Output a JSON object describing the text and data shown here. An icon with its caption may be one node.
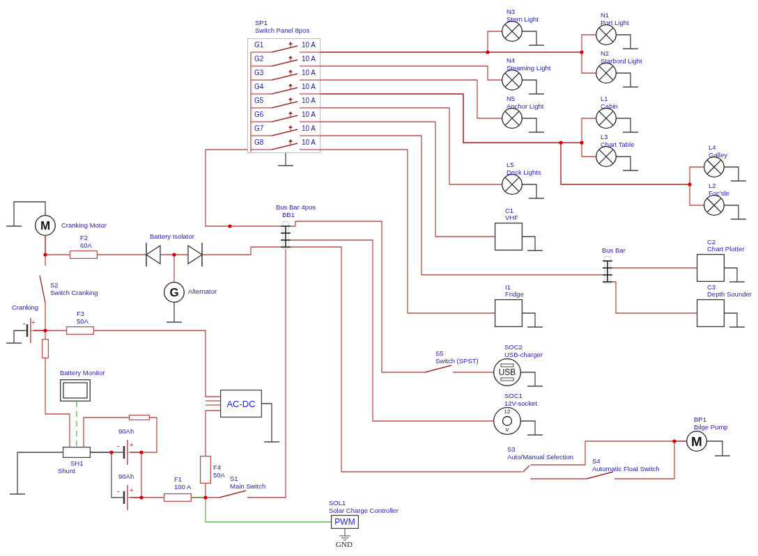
{
  "diagram": {
    "nodes": [
      {
        "text": [
          "SP1",
          "Switch Panel 8pos"
        ]
      },
      {
        "text": [
          "N3",
          "Stern Light"
        ]
      },
      {
        "text": [
          "N1",
          "Port Light"
        ]
      },
      {
        "text": [
          "N2",
          "Starbord Light"
        ]
      },
      {
        "text": [
          "N4",
          "Steaming Light"
        ]
      },
      {
        "text": [
          "N5",
          "Anchor Light"
        ]
      },
      {
        "text": [
          "L1",
          "Cabin"
        ]
      },
      {
        "text": [
          "L3",
          "Chart Table"
        ]
      },
      {
        "text": [
          "L4",
          "Galley"
        ]
      },
      {
        "text": [
          "L2",
          "Foc'sle"
        ]
      },
      {
        "text": [
          "L5",
          "Deck Lights"
        ]
      },
      {
        "text": [
          "C1",
          "VHF"
        ]
      },
      {
        "text": [
          "Bus Bar 4pos",
          "BB1"
        ]
      },
      {
        "text": [
          "Bus Bar"
        ]
      },
      {
        "text": [
          "C2",
          "Chart Plotter"
        ]
      },
      {
        "text": [
          "I1",
          "Fridge"
        ]
      },
      {
        "text": [
          "C3",
          "Depth Sounder"
        ]
      },
      {
        "text": [
          "M",
          "Cranking Motor"
        ]
      },
      {
        "text": [
          "F2",
          "60A"
        ]
      },
      {
        "text": [
          "Battery Isolator"
        ]
      },
      {
        "text": [
          "G",
          "Alternator"
        ]
      },
      {
        "text": [
          "S2",
          "Switch Cranking"
        ]
      },
      {
        "text": [
          "Cranking"
        ]
      },
      {
        "text": [
          "F3",
          "50A"
        ]
      },
      {
        "text": [],
        "shape": "box"
      },
      {
        "text": [
          "Battery Monitor"
        ]
      },
      {
        "text": [
          "AC-DC"
        ]
      },
      {
        "text": [],
        "shape": "box"
      },
      {
        "text": [
          "SH1",
          "Shunt"
        ]
      },
      {
        "text": [
          "90Ah"
        ]
      },
      {
        "text": [
          "90Ah"
        ]
      },
      {
        "text": [
          "F1",
          "100 A"
        ]
      },
      {
        "text": [
          "F4",
          "50A"
        ]
      },
      {
        "text": [
          "S1",
          "Main Switch"
        ]
      },
      {
        "text": [
          "SOL1",
          "Solar Charge Controller",
          "PWM"
        ]
      },
      {
        "text": [
          "S5",
          "Switch (SPST)"
        ]
      },
      {
        "text": [
          "SOC2",
          "USB-charger",
          "USB"
        ]
      },
      {
        "text": [
          "SOC1",
          "12V-socket",
          "12",
          "V"
        ]
      },
      {
        "text": [
          "S3",
          "Auto/Manual Selection"
        ]
      },
      {
        "text": [
          "S4",
          "Automatic Float Switch"
        ]
      },
      {
        "text": [
          "BP1",
          "Bilge Pump",
          "M"
        ]
      }
    ],
    "edges": [
      {
        "from": 0,
        "to": 1,
        "arrow": "none"
      },
      {
        "from": 0,
        "to": 2,
        "arrow": "none"
      },
      {
        "from": 0,
        "to": 3,
        "arrow": "none"
      },
      {
        "from": 0,
        "to": 4,
        "arrow": "none"
      },
      {
        "from": 0,
        "to": 5,
        "arrow": "none"
      },
      {
        "from": 0,
        "to": 6,
        "arrow": "none"
      },
      {
        "from": 0,
        "to": 7,
        "arrow": "none"
      },
      {
        "from": 0,
        "to": 8,
        "arrow": "none"
      },
      {
        "from": 0,
        "to": 9,
        "arrow": "none"
      },
      {
        "from": 0,
        "to": 10,
        "arrow": "none"
      },
      {
        "from": 0,
        "to": 11,
        "arrow": "none"
      },
      {
        "from": 0,
        "to": 13,
        "arrow": "none"
      },
      {
        "from": 0,
        "to": 15,
        "arrow": "none"
      },
      {
        "from": 13,
        "to": 14,
        "arrow": "none"
      },
      {
        "from": 13,
        "to": 16,
        "arrow": "none"
      },
      {
        "from": 12,
        "to": 0,
        "arrow": "none"
      },
      {
        "from": 12,
        "to": 35,
        "arrow": "none"
      },
      {
        "from": 12,
        "to": 37,
        "arrow": "none"
      },
      {
        "from": 12,
        "to": 38,
        "arrow": "none"
      },
      {
        "from": 35,
        "to": 36,
        "arrow": "none"
      },
      {
        "from": 38,
        "to": 40,
        "arrow": "none"
      },
      {
        "from": 38,
        "to": 39,
        "arrow": "none"
      },
      {
        "from": 39,
        "to": 40,
        "arrow": "none"
      },
      {
        "from": 17,
        "to": 18,
        "arrow": "none"
      },
      {
        "from": 17,
        "to": 21,
        "arrow": "none"
      },
      {
        "from": 18,
        "to": 19,
        "arrow": "none"
      },
      {
        "from": 19,
        "to": 20,
        "arrow": "none"
      },
      {
        "from": 19,
        "to": 12,
        "arrow": "none"
      },
      {
        "from": 22,
        "to": 21,
        "arrow": "none"
      },
      {
        "from": 22,
        "to": 23,
        "arrow": "none"
      },
      {
        "from": 22,
        "to": 24,
        "arrow": "none"
      },
      {
        "from": 23,
        "to": 26,
        "arrow": "none"
      },
      {
        "from": 24,
        "to": 28,
        "arrow": "none"
      },
      {
        "from": 25,
        "to": 28,
        "arrow": "none",
        "style": "dashed",
        "color": "#5cb85c"
      },
      {
        "from": 28,
        "to": 27,
        "arrow": "none"
      },
      {
        "from": 27,
        "to": 29,
        "arrow": "none"
      },
      {
        "from": 28,
        "to": 29,
        "arrow": "none",
        "color": "#555555"
      },
      {
        "from": 28,
        "to": 30,
        "arrow": "none",
        "color": "#555555"
      },
      {
        "from": 29,
        "to": 30,
        "arrow": "none"
      },
      {
        "from": 30,
        "to": 31,
        "arrow": "none"
      },
      {
        "from": 31,
        "to": 32,
        "arrow": "none"
      },
      {
        "from": 32,
        "to": 26,
        "arrow": "none"
      },
      {
        "from": 31,
        "to": 33,
        "arrow": "none"
      },
      {
        "from": 33,
        "to": 12,
        "arrow": "none"
      },
      {
        "from": 31,
        "to": 34,
        "arrow": "none",
        "color": "#5cb85c"
      }
    ],
    "labels": [
      "G1",
      "10 A",
      "G2",
      "10 A",
      "G3",
      "10 A",
      "G4",
      "10 A",
      "G5",
      "10 A",
      "G6",
      "10 A",
      "G7",
      "10 A",
      "G8",
      "10 A",
      "-",
      "+",
      "-",
      "+",
      "-",
      "+",
      "GND"
    ]
  }
}
